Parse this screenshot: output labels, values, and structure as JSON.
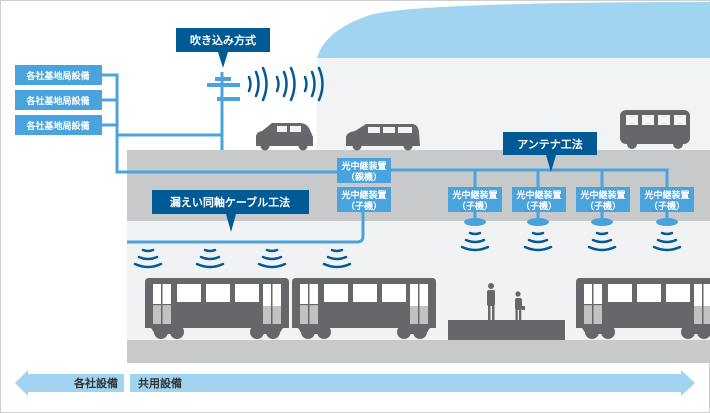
{
  "colors": {
    "dark_blue": "#005a96",
    "mid_blue": "#4aa3dc",
    "sky": "#a0d4f0",
    "gray": "#c8c9cb",
    "vehicle": "#66676b",
    "light": "#f1f2f4"
  },
  "base_stations": [
    "各社基地局設備",
    "各社基地局設備",
    "各社基地局設備"
  ],
  "labels": {
    "blow_in": "吹き込み方式",
    "leaky_cable": "漏えい同軸ケーブル工法",
    "antenna": "アンテナ工法"
  },
  "repeater_master": {
    "line1": "光中継装置",
    "line2": "（親機）"
  },
  "repeater_slaves": [
    {
      "line1": "光中継装置",
      "line2": "（子機）"
    },
    {
      "line1": "光中継装置",
      "line2": "（子機）"
    },
    {
      "line1": "光中継装置",
      "line2": "（子機）"
    },
    {
      "line1": "光中継装置",
      "line2": "（子機）"
    },
    {
      "line1": "光中継装置",
      "line2": "（子機）"
    }
  ],
  "footer": {
    "left": "各社設備",
    "right": "共用設備"
  }
}
